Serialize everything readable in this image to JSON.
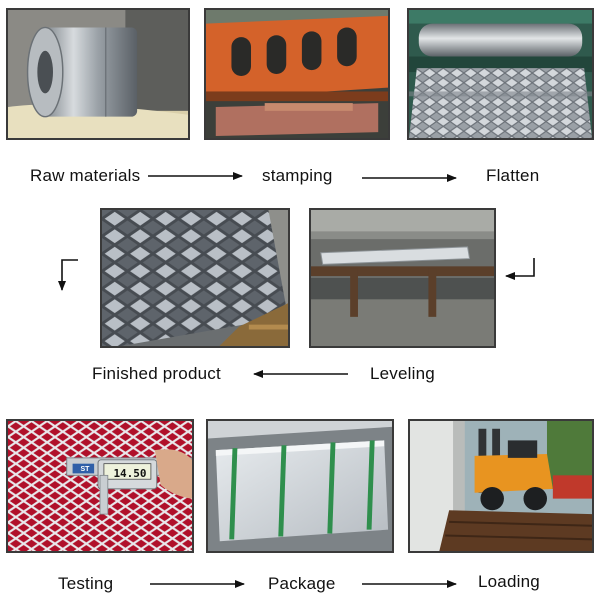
{
  "flow": {
    "row1": {
      "step1": {
        "label": "Raw materials",
        "image": "steel-coil"
      },
      "step2": {
        "label": "stamping",
        "image": "stamping-press"
      },
      "step3": {
        "label": "Flatten",
        "image": "flattening-rollers"
      }
    },
    "row2": {
      "step4": {
        "label": "Leveling",
        "image": "leveling-table"
      },
      "step5": {
        "label": "Finished product",
        "image": "expanded-metal-stack"
      }
    },
    "row3": {
      "step6": {
        "label": "Testing",
        "image": "caliper-on-mesh"
      },
      "step7": {
        "label": "Package",
        "image": "wrapped-sheets"
      },
      "step8": {
        "label": "Loading",
        "image": "forklift-loading"
      }
    }
  },
  "caliper_reading": "14.50",
  "caliper_unit_tag": "ST",
  "icons": [
    "arrow-right-icon",
    "arrow-left-icon",
    "arrow-down-left-icon",
    "arrow-down-right-icon"
  ]
}
